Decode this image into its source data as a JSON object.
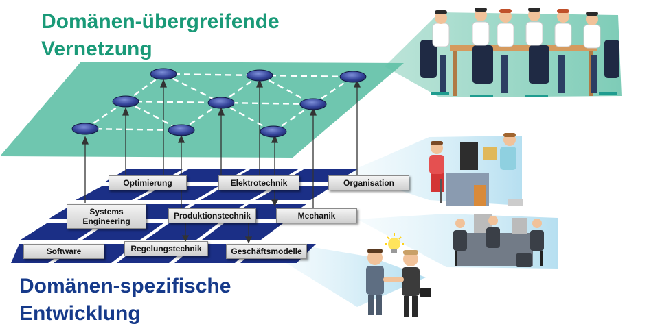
{
  "title_top": [
    "Domänen-übergreifende",
    "Vernetzung"
  ],
  "title_bottom": [
    "Domänen-spezifische",
    "Entwicklung"
  ],
  "domains": [
    {
      "label": "Optimierung"
    },
    {
      "label": "Elektrotechnik"
    },
    {
      "label": "Organisation"
    },
    {
      "label": "Systems Engineering"
    },
    {
      "label": "Produktionstechnik"
    },
    {
      "label": "Mechanik"
    },
    {
      "label": "Software"
    },
    {
      "label": "Regelungstechnik"
    },
    {
      "label": "Geschäftsmodelle"
    }
  ],
  "colors": {
    "network_plane": "#5fc0a6",
    "network_node": "#2f3e8e",
    "domain_tile": "#1b2f86",
    "title_top": "#1a9a78",
    "title_bottom": "#163a8a",
    "projection_beam": "#bfe4f4"
  },
  "icons": [
    "team-meeting-illustration",
    "office-workers-illustration",
    "open-office-illustration",
    "handshake-illustration",
    "lightbulb-icon"
  ]
}
